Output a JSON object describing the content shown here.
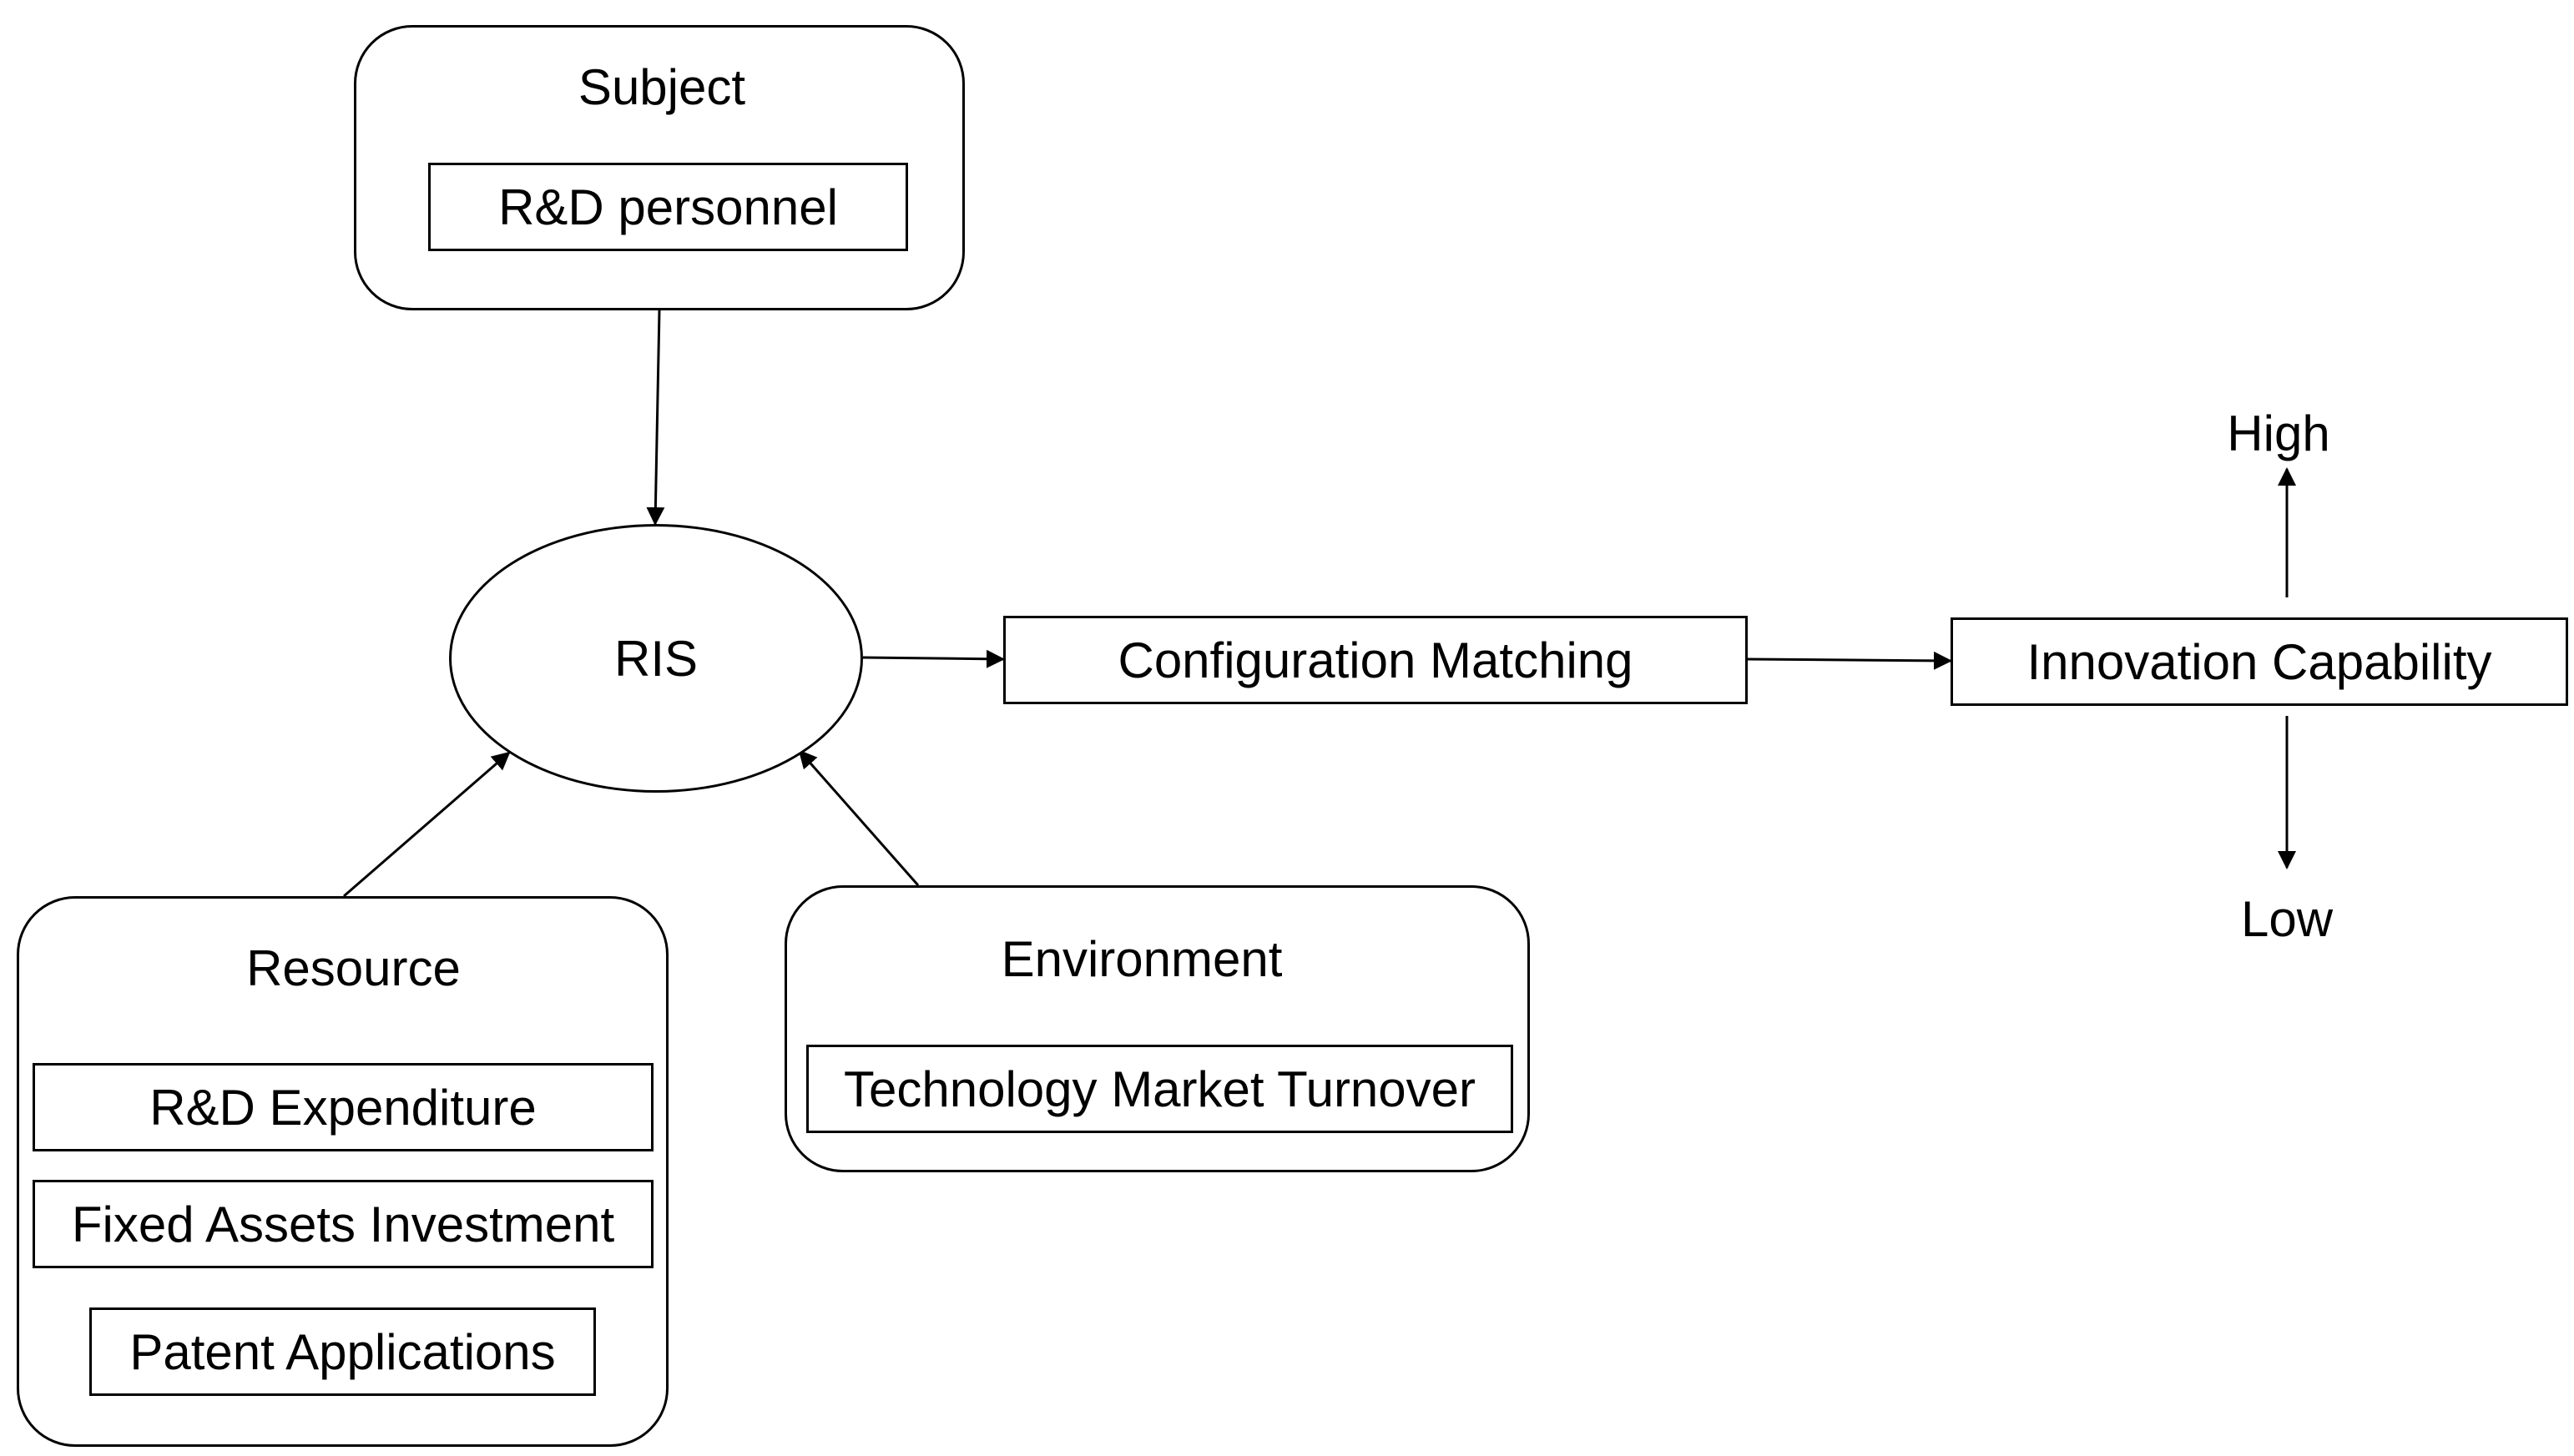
{
  "subject": {
    "title": "Subject",
    "items": [
      "R&D personnel"
    ]
  },
  "center_node": "RIS",
  "resource": {
    "title": "Resource",
    "items": [
      "R&D Expenditure",
      "Fixed Assets Investment",
      "Patent Applications"
    ]
  },
  "environment": {
    "title": "Environment",
    "items": [
      "Technology Market Turnover"
    ]
  },
  "process_node": "Configuration Matching",
  "outcome_node": "Innovation Capability",
  "outcome_levels": {
    "high": "High",
    "low": "Low"
  },
  "colors": {
    "stroke": "#000000",
    "background": "#ffffff"
  }
}
